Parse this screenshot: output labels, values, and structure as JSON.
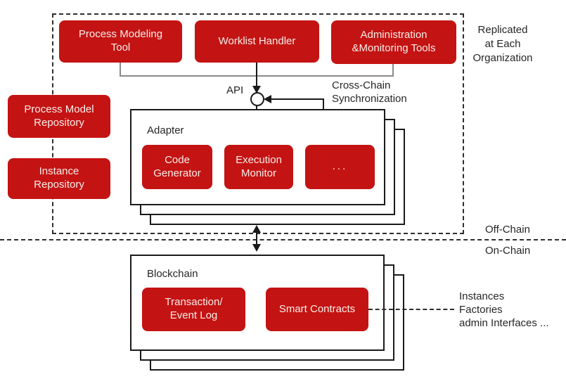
{
  "labels": {
    "api": "API",
    "adapter": "Adapter",
    "blockchain": "Blockchain",
    "off_chain": "Off-Chain",
    "on_chain": "On-Chain",
    "cross_chain": {
      "line1": "Cross-Chain",
      "line2": "Synchronization"
    },
    "replicated": {
      "line1": "Replicated",
      "line2": "at Each",
      "line3": "Organization"
    },
    "instances_note": {
      "line1": "Instances",
      "line2": "Factories",
      "line3": "admin Interfaces ..."
    }
  },
  "boxes": {
    "process_modeling_tool": {
      "line1": "Process Modeling",
      "line2": "Tool"
    },
    "worklist_handler": {
      "line1": "Worklist Handler"
    },
    "admin_monitoring": {
      "line1": "Administration",
      "line2": "&Monitoring Tools"
    },
    "process_model_repository": {
      "line1": "Process Model",
      "line2": "Repository"
    },
    "instance_repository": {
      "line1": "Instance",
      "line2": "Repository"
    },
    "code_generator": {
      "line1": "Code",
      "line2": "Generator"
    },
    "execution_monitor": {
      "line1": "Execution",
      "line2": "Monitor"
    },
    "ellipsis": {
      "line1": "..."
    },
    "transaction_event_log": {
      "line1": "Transaction/",
      "line2": "Event Log"
    },
    "smart_contracts": {
      "line1": "Smart Contracts"
    }
  },
  "colors": {
    "box_red": "#C41313",
    "box_text": "#F8EFE9",
    "connector_gray": "#8A8A8A",
    "line_black": "#1A1A1A"
  }
}
